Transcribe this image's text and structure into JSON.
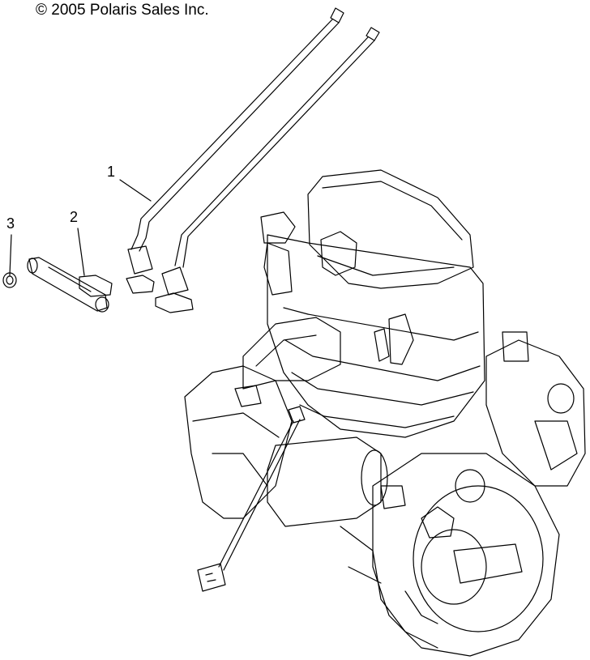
{
  "copyright": "© 2005 Polaris Sales Inc.",
  "callouts": [
    {
      "id": "1",
      "label": "1"
    },
    {
      "id": "2",
      "label": "2"
    },
    {
      "id": "3",
      "label": "3"
    }
  ],
  "colors": {
    "line": "#000000",
    "background": "#ffffff"
  }
}
